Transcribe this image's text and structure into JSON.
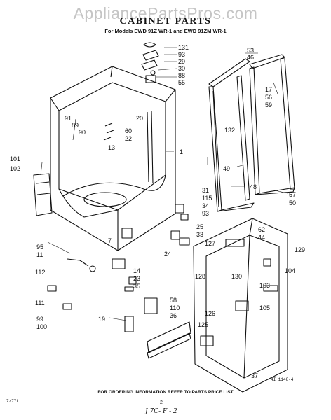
{
  "watermark": "AppliancePartsPros.com",
  "title": "CABINET PARTS",
  "subtitle": "For Models EWD 91Z WR-1 and EWD 91ZM WR-1",
  "footer": "FOR ORDERING INFORMATION REFER TO PARTS PRICE LIST",
  "page_number": "2",
  "corner_code": "7/77L",
  "figure_code": "4I 1148-4",
  "handwritten_note": "J 7C- F - 2",
  "callouts": [
    "131",
    "93",
    "29",
    "30",
    "88",
    "55",
    "53",
    "46",
    "17",
    "56",
    "59",
    "91",
    "89",
    "90",
    "20",
    "60",
    "22",
    "13",
    "1",
    "132",
    "49",
    "48",
    "57",
    "50",
    "101",
    "102",
    "31",
    "115",
    "34",
    "93",
    "25",
    "33",
    "24",
    "127",
    "62",
    "44",
    "129",
    "104",
    "130",
    "103",
    "105",
    "95",
    "11",
    "7",
    "14",
    "23",
    "35",
    "128",
    "112",
    "111",
    "58",
    "110",
    "36",
    "126",
    "125",
    "37",
    "99",
    "100",
    "19"
  ]
}
